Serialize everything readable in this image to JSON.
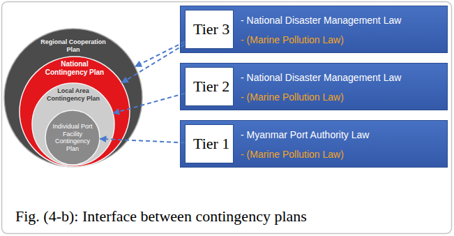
{
  "diagram": {
    "caption": "Fig. (4-b): Interface between contingency plans",
    "nodes": [
      {
        "text": [
          "Regional Cooperation Plan"
        ]
      },
      {
        "text": [
          "National Contingency Plan"
        ],
        "in": 0
      },
      {
        "text": [
          "Local Area Contingency Plan"
        ],
        "in": 1
      },
      {
        "text": [
          "Individual Port Facility Contingency Plan"
        ],
        "in": 2
      },
      {
        "text": [
          "- National Disaster Management Law",
          "- (Marine Pollution Law)"
        ]
      },
      {
        "text": [
          "Tier 3"
        ],
        "in": 4
      },
      {
        "text": [
          "- National Disaster Management Law",
          "- (Marine Pollution Law)"
        ]
      },
      {
        "text": [
          "Tier 2"
        ],
        "in": 6
      },
      {
        "text": [
          "- Myanmar Port Authority Law",
          "- (Marine Pollution Law)"
        ]
      },
      {
        "text": [
          "Tier 1"
        ],
        "in": 8
      }
    ],
    "edges": [
      {
        "from": 5,
        "to": 0,
        "arrow": "to"
      },
      {
        "from": 5,
        "to": 1,
        "arrow": "to"
      },
      {
        "from": 7,
        "to": 2,
        "arrow": "to"
      },
      {
        "from": 9,
        "to": 3,
        "arrow": "to"
      }
    ]
  }
}
